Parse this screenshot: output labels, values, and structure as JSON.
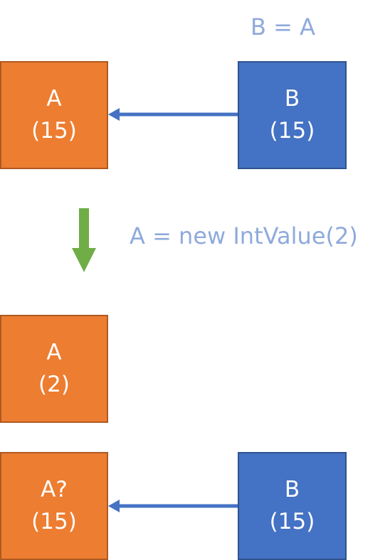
{
  "colors": {
    "orange": "#ED7D31",
    "blue": "#4472C4",
    "caption": "#8FAADC",
    "pointer_arrow": "#4472C4",
    "step_arrow": "#70AD47"
  },
  "captions": {
    "assignment": "B = A",
    "step": "A = new IntValue(2)"
  },
  "state_before": {
    "a_box": {
      "name": "A",
      "value": "(15)"
    },
    "b_box": {
      "name": "B",
      "value": "(15)"
    }
  },
  "state_after": {
    "a_new_box": {
      "name": "A",
      "value": "(2)"
    },
    "a_old_box": {
      "name": "A?",
      "value": "(15)"
    },
    "b_box": {
      "name": "B",
      "value": "(15)"
    }
  }
}
